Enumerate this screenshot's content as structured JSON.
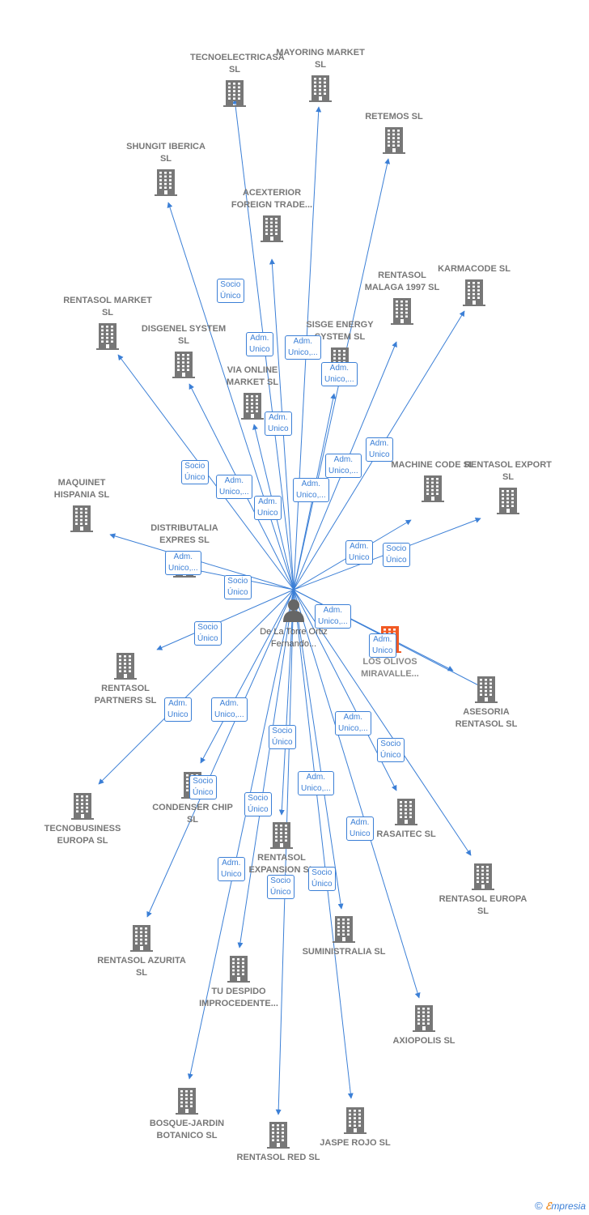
{
  "center": {
    "id": "p",
    "label": "De La Torre Ortiz Fernando..."
  },
  "colors": {
    "edge": "#3b7fd6",
    "building": "#777777",
    "highlight": "#f15a24",
    "person": "#666666"
  },
  "nodes": [
    {
      "id": "tecno",
      "label": "TECNOELECTRICASA SL"
    },
    {
      "id": "mayoring",
      "label": "MAYORING MARKET SL"
    },
    {
      "id": "retemos",
      "label": "RETEMOS SL"
    },
    {
      "id": "shungit",
      "label": "SHUNGIT IBERICA SL"
    },
    {
      "id": "acexterior",
      "label": "ACEXTERIOR FOREIGN TRADE..."
    },
    {
      "id": "karmacode",
      "label": "KARMACODE SL"
    },
    {
      "id": "malaga",
      "label": "RENTASOL MALAGA 1997 SL"
    },
    {
      "id": "market",
      "label": "RENTASOL MARKET SL"
    },
    {
      "id": "disgenel",
      "label": "DISGENEL SYSTEM SL"
    },
    {
      "id": "sisge",
      "label": "SISGE ENERGY SYSTEM SL"
    },
    {
      "id": "viaonline",
      "label": "VIA ONLINE MARKET SL"
    },
    {
      "id": "machine",
      "label": "MACHINE CODE SL"
    },
    {
      "id": "export",
      "label": "RENTASOL EXPORT SL"
    },
    {
      "id": "maquinet",
      "label": "MAQUINET HISPANIA SL"
    },
    {
      "id": "distributalia",
      "label": "DISTRIBUTALIA EXPRES SL"
    },
    {
      "id": "olivos",
      "label": "LOS OLIVOS MIRAVALLE..."
    },
    {
      "id": "partners",
      "label": "RENTASOL PARTNERS SL"
    },
    {
      "id": "asesoria",
      "label": "ASESORIA RENTASOL SL"
    },
    {
      "id": "tecnobusiness",
      "label": "TECNOBUSINESS EUROPA SL"
    },
    {
      "id": "condenser",
      "label": "CONDENSER CHIP SL"
    },
    {
      "id": "rasaitec",
      "label": "RASAITEC SL"
    },
    {
      "id": "expansion",
      "label": "RENTASOL EXPANSION SL"
    },
    {
      "id": "europa",
      "label": "RENTASOL EUROPA SL"
    },
    {
      "id": "azurita",
      "label": "RENTASOL AZURITA SL"
    },
    {
      "id": "suministralia",
      "label": "SUMINISTRALIA SL"
    },
    {
      "id": "despido",
      "label": "TU DESPIDO IMPROCEDENTE..."
    },
    {
      "id": "axiopolis",
      "label": "AXIOPOLIS SL"
    },
    {
      "id": "bosque",
      "label": "BOSQUE-JARDIN BOTANICO SL"
    },
    {
      "id": "red",
      "label": "RENTASOL RED SL"
    },
    {
      "id": "jaspe",
      "label": "JASPE ROJO SL"
    }
  ],
  "edges": [
    {
      "to": "tecno",
      "label": "Adm. Unico"
    },
    {
      "to": "mayoring",
      "label": "Adm. Unico,..."
    },
    {
      "to": "retemos",
      "label": "Adm. Unico,..."
    },
    {
      "to": "shungit",
      "label": "Socio Único"
    },
    {
      "to": "acexterior",
      "label": "Adm. Unico"
    },
    {
      "to": "karmacode",
      "label": "Adm. Unico"
    },
    {
      "to": "malaga",
      "label": "Adm. Unico,..."
    },
    {
      "to": "market",
      "label": "Socio Único"
    },
    {
      "to": "disgenel",
      "label": "Adm. Unico,..."
    },
    {
      "to": "sisge",
      "label": "Adm. Unico,..."
    },
    {
      "to": "viaonline",
      "label": "Adm. Unico"
    },
    {
      "to": "machine",
      "label": "Adm. Unico"
    },
    {
      "to": "export",
      "label": "Socio Único"
    },
    {
      "to": "maquinet",
      "label": "Adm. Unico,..."
    },
    {
      "to": "distributalia",
      "label": "Socio Único"
    },
    {
      "to": "olivos",
      "label": "Adm. Unico,..."
    },
    {
      "to": "partners",
      "label": "Socio Único"
    },
    {
      "to": "asesoria",
      "label": "Adm. Unico"
    },
    {
      "to": "tecnobusiness",
      "label": "Adm. Unico"
    },
    {
      "to": "condenser",
      "label": "Adm. Unico,..."
    },
    {
      "to": "rasaitec",
      "label": "Adm. Unico,..."
    },
    {
      "to": "expansion",
      "label": "Socio Único"
    },
    {
      "to": "europa",
      "label": "Socio Único"
    },
    {
      "to": "azurita",
      "label": "Socio Único"
    },
    {
      "to": "suministralia",
      "label": "Adm. Unico,..."
    },
    {
      "to": "despido",
      "label": "Socio Único"
    },
    {
      "to": "axiopolis",
      "label": "Adm. Unico"
    },
    {
      "to": "bosque",
      "label": "Adm. Unico"
    },
    {
      "to": "red",
      "label": "Socio Único"
    },
    {
      "to": "jaspe",
      "label": "Socio Único"
    }
  ],
  "footer": {
    "copyright": "©",
    "brand_e": "ℰ",
    "brand_rest": "mpresia"
  }
}
